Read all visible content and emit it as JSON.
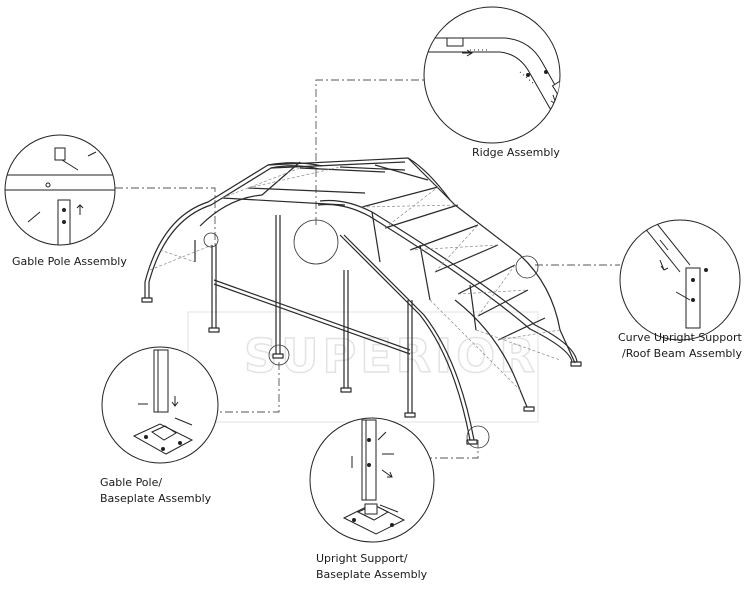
{
  "labels": {
    "ridge": "Ridge Assembly",
    "gable_pole": "Gable Pole Assembly",
    "curve_upright_1": "Curve Upright Support",
    "curve_upright_2": "/Roof Beam Assembly",
    "gable_baseplate_1": "Gable Pole/",
    "gable_baseplate_2": "Baseplate Assembly",
    "upright_baseplate_1": "Upright Support/",
    "upright_baseplate_2": "Baseplate Assembly"
  },
  "watermark": "SUPERIOR",
  "colors": {
    "line": "#2a2a2a",
    "leader": "#555555",
    "brace": "#8a8a8a"
  }
}
